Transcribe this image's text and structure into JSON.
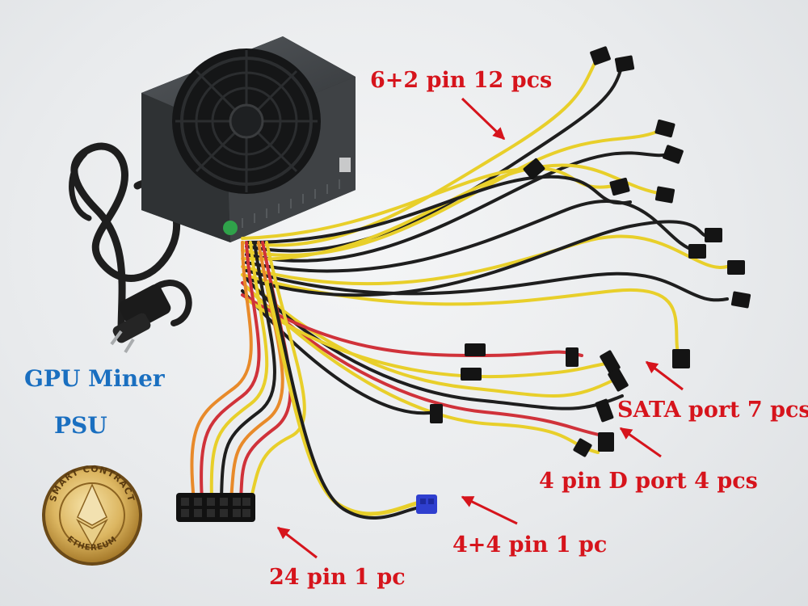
{
  "brand_title": "GPU Miner",
  "brand_subtitle": "PSU",
  "badge": {
    "top_text": "SMART CONTRACT",
    "bottom_text": "ETHEREUM"
  },
  "labels": {
    "pcie": "6+2 pin 12 pcs",
    "sata": "SATA port 7 pcs",
    "molex": "4 pin D port 4 pcs",
    "eps": "4+4 pin 1 pc",
    "atx24": "24 pin 1 pc"
  },
  "colors": {
    "label_red": "#d6141c",
    "label_blue": "#1a6fc0",
    "wire_yellow": "#e8cf2a",
    "wire_black": "#1e1e1e",
    "wire_red": "#d0323a",
    "wire_orange": "#e88a2a",
    "psu_housing": "#3f4245",
    "badge_gold": "#c99a3a"
  },
  "icons": {
    "psu": "power-supply-unit",
    "fan": "cooling-fan",
    "cord": "power-cord-plug",
    "badge": "ethereum-coin-icon",
    "arrows": "arrow-icon"
  }
}
